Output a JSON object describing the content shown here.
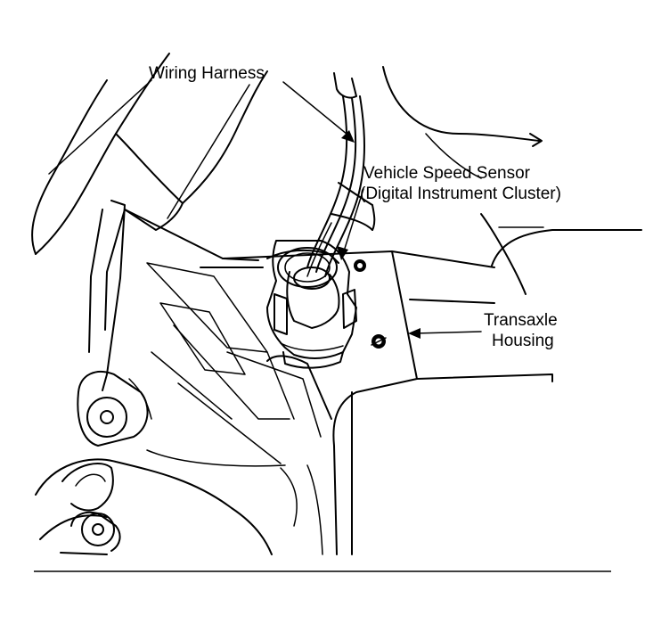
{
  "labels": {
    "wiring_harness": "Wiring Harness",
    "vss_line1": "Vehicle Speed Sensor",
    "vss_line2": "(Digital Instrument Cluster)",
    "transaxle_line1": "Transaxle",
    "transaxle_line2": "Housing"
  },
  "colors": {
    "ink": "#000000",
    "paper": "#ffffff"
  }
}
